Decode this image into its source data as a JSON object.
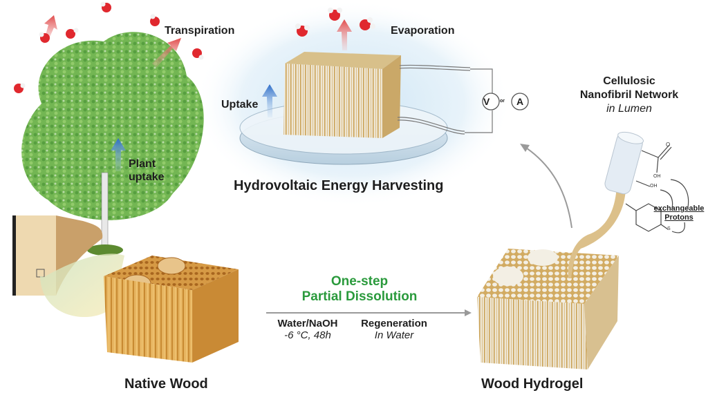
{
  "title": "Wood hydrogel for hydrovoltaic energy harvesting",
  "labels": {
    "transpiration": "Transpiration",
    "evaporation": "Evaporation",
    "uptake": "Uptake",
    "plant_uptake_1": "Plant",
    "plant_uptake_2": "uptake",
    "hydrovoltaic": "Hydrovoltaic Energy Harvesting",
    "cellulosic_1": "Cellulosic",
    "cellulosic_2": "Nanofibril Network",
    "cellulosic_3": "in Lumen",
    "process_1": "One-step",
    "process_2": "Partial Dissolution",
    "cond_1_title": "Water/NaOH",
    "cond_1_detail": "-6 °C, 48h",
    "cond_2_title": "Regeneration",
    "cond_2_detail": "In Water",
    "native_wood": "Native Wood",
    "wood_hydrogel": "Wood Hydrogel",
    "exchangeable_1": "exchangeable",
    "exchangeable_2": "Protons",
    "meter_v": "V",
    "meter_or": "or",
    "meter_a": "A",
    "chem_o": "O",
    "chem_oh1": "OH",
    "chem_oh2": "OH",
    "chem_s": "S"
  },
  "colors": {
    "accent_green": "#2a9a3c",
    "water_red": "#e0282e",
    "uptake_blue": "#3b78d0",
    "wood": "#d9a65a",
    "leaf": "#5aa83c"
  }
}
